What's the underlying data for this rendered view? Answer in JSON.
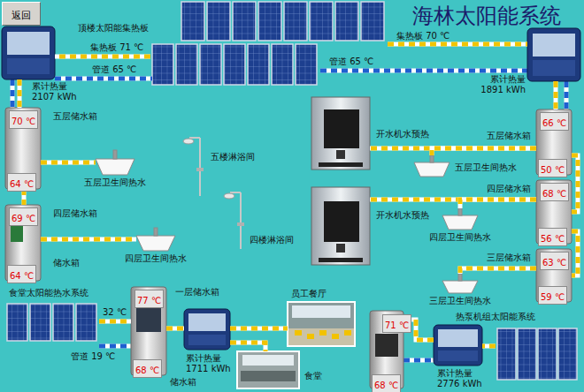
{
  "diagram": {
    "title": "海林太阳能系统",
    "nodes": [
      {
        "text": [
          "返回"
        ]
      },
      {
        "text": [
          "顶楼太阳能集热板"
        ]
      },
      {
        "text": [
          "累计热量 2107 kWh"
        ]
      },
      {
        "text": [
          "累计热量 1891 kWh"
        ]
      },
      {
        "text": [
          "五层储水箱"
        ]
      },
      {
        "text": [
          "70 ℃"
        ],
        "in": 4
      },
      {
        "text": [
          "64 ℃"
        ],
        "in": 4
      },
      {
        "text": [
          "四层储水箱",
          "储水箱"
        ]
      },
      {
        "text": [
          "69 ℃"
        ],
        "in": 7
      },
      {
        "text": [
          "64 ℃"
        ],
        "in": 7
      },
      {
        "text": [
          "五层卫生间热水"
        ]
      },
      {
        "text": [
          "四层卫生间热水"
        ]
      },
      {
        "text": [
          "五楼淋浴间"
        ]
      },
      {
        "text": [
          "四楼淋浴间"
        ]
      },
      {
        "text": [
          "开水机水预热"
        ]
      },
      {
        "text": [
          "开水机水预热"
        ]
      },
      {
        "text": [
          "五层储水箱"
        ]
      },
      {
        "text": [
          "66 ℃"
        ],
        "in": 16
      },
      {
        "text": [
          "50 ℃"
        ],
        "in": 16
      },
      {
        "text": [
          "四层储水箱"
        ]
      },
      {
        "text": [
          "68 ℃"
        ],
        "in": 19
      },
      {
        "text": [
          "56 ℃"
        ],
        "in": 19
      },
      {
        "text": [
          "三层储水箱"
        ]
      },
      {
        "text": [
          "63 ℃"
        ],
        "in": 22
      },
      {
        "text": [
          "59 ℃"
        ],
        "in": 22
      },
      {
        "text": [
          "五层卫生间热水"
        ]
      },
      {
        "text": [
          "四层卫生间热水"
        ]
      },
      {
        "text": [
          "三层卫生间热水"
        ]
      },
      {
        "text": [
          "食堂太阳能热水系统"
        ]
      },
      {
        "text": [
          "一层储水箱",
          "储水箱"
        ]
      },
      {
        "text": [
          "77 ℃"
        ],
        "in": 29
      },
      {
        "text": [
          "68 ℃"
        ],
        "in": 29
      },
      {
        "text": [
          "累计热量 1711 kWh"
        ]
      },
      {
        "text": [
          "员工餐厅"
        ]
      },
      {
        "text": [
          "食堂"
        ]
      },
      {
        "text": [
          "71 ℃"
        ]
      },
      {
        "text": [
          "68 ℃"
        ]
      },
      {
        "text": [
          "累计热量 2776 kWh"
        ]
      },
      {
        "text": [
          "热泵机组太阳能系统"
        ]
      }
    ],
    "edges": [
      {
        "from": 1,
        "to": 2,
        "arrow": "none"
      },
      {
        "from": 1,
        "to": 3,
        "arrow": "none"
      },
      {
        "from": 2,
        "to": 4,
        "arrow": "none"
      },
      {
        "from": 4,
        "to": 7,
        "arrow": "none"
      },
      {
        "from": 4,
        "to": 10,
        "arrow": "none"
      },
      {
        "from": 7,
        "to": 11,
        "arrow": "none"
      },
      {
        "from": 3,
        "to": 16,
        "arrow": "none"
      },
      {
        "from": 16,
        "to": 19,
        "arrow": "none"
      },
      {
        "from": 19,
        "to": 22,
        "arrow": "none"
      },
      {
        "from": 16,
        "to": 14,
        "arrow": "none"
      },
      {
        "from": 16,
        "to": 25,
        "arrow": "none"
      },
      {
        "from": 19,
        "to": 15,
        "arrow": "none"
      },
      {
        "from": 19,
        "to": 26,
        "arrow": "none"
      },
      {
        "from": 22,
        "to": 27,
        "arrow": "none"
      },
      {
        "from": 28,
        "to": 29,
        "arrow": "none"
      },
      {
        "from": 29,
        "to": 32,
        "arrow": "none"
      },
      {
        "from": 32,
        "to": 33,
        "arrow": "none"
      },
      {
        "from": 32,
        "to": 34,
        "arrow": "none"
      },
      {
        "from": 38,
        "to": 37,
        "arrow": "none"
      },
      {
        "from": 37,
        "to": 35,
        "arrow": "none"
      }
    ],
    "labels": [
      "集热板 71 ℃",
      "管道 65 ℃",
      "集热板 70 ℃",
      "管道 65 ℃",
      "32 ℃",
      "管道 19 ℃"
    ]
  }
}
